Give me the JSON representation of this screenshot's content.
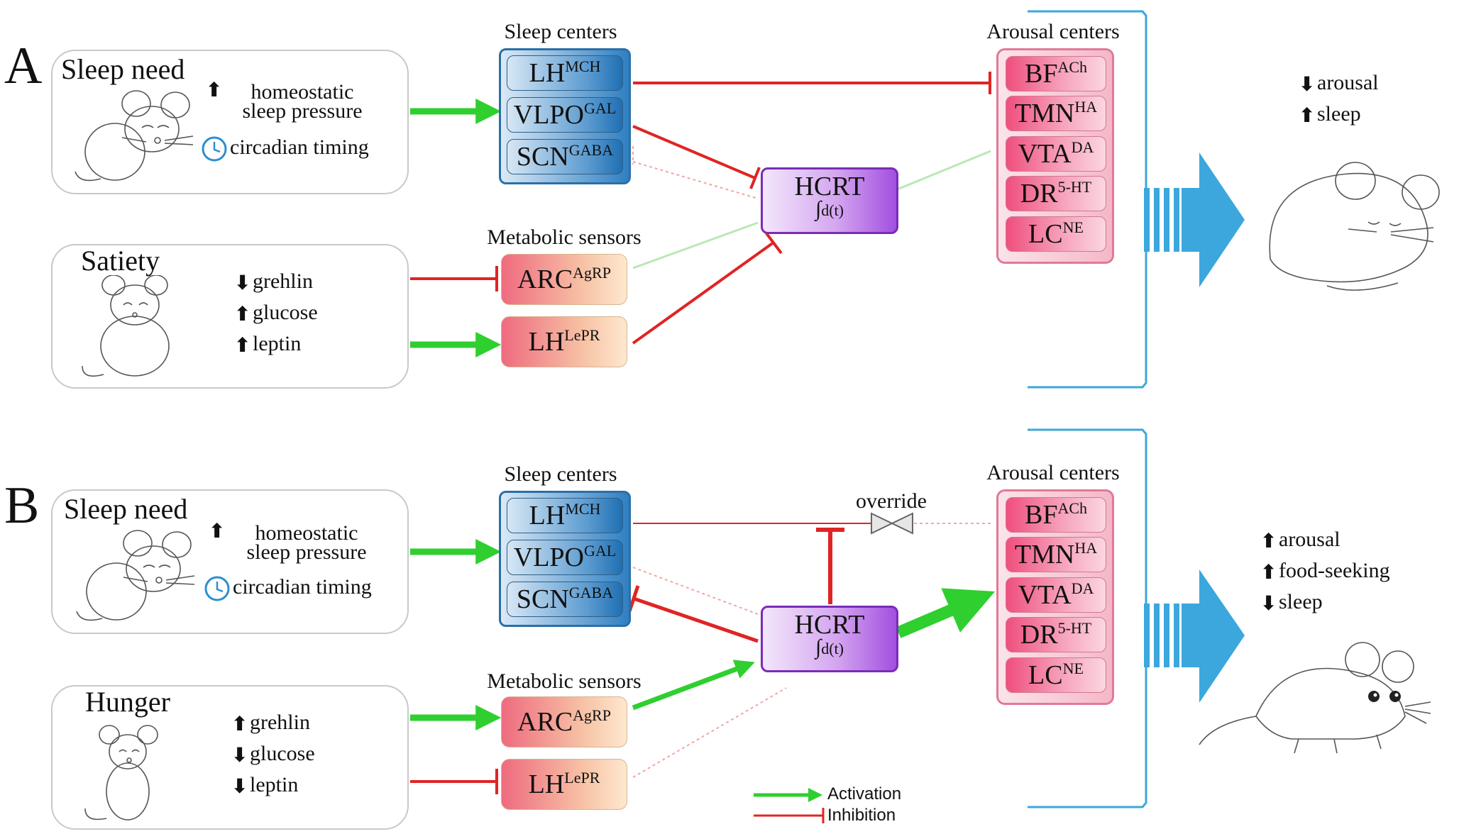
{
  "colors": {
    "activation": "#2fcf2f",
    "inhibition": "#e02424",
    "bracket": "#3ba7dd",
    "big_arrow": "#3ba7dd",
    "sleep_center_border": "#2a6fa8",
    "hcrt_border": "#7a2cb8",
    "arousal_border": "#e07a96"
  },
  "icons": [
    "up-arrow-icon",
    "down-arrow-icon",
    "clock-icon",
    "mouse-sleepy-icon",
    "mouse-satiated-icon",
    "mouse-hungry-icon",
    "mouse-curled-sleeping-icon",
    "mouse-walking-alert-icon",
    "override-valve-icon",
    "integral-icon"
  ],
  "panel_a": {
    "letter": "A",
    "sleep_need": {
      "title": "Sleep need",
      "homeostatic_line1": "homeostatic",
      "homeostatic_line2": "sleep pressure",
      "circadian": "circadian timing"
    },
    "satiety": {
      "title": "Satiety",
      "items": [
        {
          "dir": "down",
          "label": "grehlin"
        },
        {
          "dir": "up",
          "label": "glucose"
        },
        {
          "dir": "up",
          "label": "leptin"
        }
      ]
    },
    "sleep_centers": {
      "label": "Sleep centers",
      "items": [
        {
          "base": "LH",
          "sup": "MCH"
        },
        {
          "base": "VLPO",
          "sup": "GAL"
        },
        {
          "base": "SCN",
          "sup": "GABA"
        }
      ]
    },
    "metabolic_sensors": {
      "label": "Metabolic sensors",
      "items": [
        {
          "base": "ARC",
          "sup": "AgRP"
        },
        {
          "base": "LH",
          "sup": "LePR"
        }
      ]
    },
    "hcrt": {
      "title": "HCRT",
      "integral": "∫",
      "sub": "d(t)"
    },
    "arousal_centers": {
      "label": "Arousal centers",
      "items": [
        {
          "base": "BF",
          "sup": "ACh"
        },
        {
          "base": "TMN",
          "sup": "HA"
        },
        {
          "base": "VTA",
          "sup": "DA"
        },
        {
          "base": "DR",
          "sup": "5-HT"
        },
        {
          "base": "LC",
          "sup": "NE"
        }
      ]
    },
    "outcomes": [
      {
        "dir": "down",
        "label": "arousal"
      },
      {
        "dir": "up",
        "label": "sleep"
      }
    ]
  },
  "panel_b": {
    "letter": "B",
    "sleep_need": {
      "title": "Sleep need",
      "homeostatic_line1": "homeostatic",
      "homeostatic_line2": "sleep pressure",
      "circadian": "circadian timing"
    },
    "hunger": {
      "title": "Hunger",
      "items": [
        {
          "dir": "up",
          "label": "grehlin"
        },
        {
          "dir": "down",
          "label": "glucose"
        },
        {
          "dir": "down",
          "label": "leptin"
        }
      ]
    },
    "sleep_centers": {
      "label": "Sleep centers",
      "items": [
        {
          "base": "LH",
          "sup": "MCH"
        },
        {
          "base": "VLPO",
          "sup": "GAL"
        },
        {
          "base": "SCN",
          "sup": "GABA"
        }
      ]
    },
    "metabolic_sensors": {
      "label": "Metabolic sensors",
      "items": [
        {
          "base": "ARC",
          "sup": "AgRP"
        },
        {
          "base": "LH",
          "sup": "LePR"
        }
      ]
    },
    "hcrt": {
      "title": "HCRT",
      "integral": "∫",
      "sub": "d(t)"
    },
    "override": "override",
    "arousal_centers": {
      "label": "Arousal centers",
      "items": [
        {
          "base": "BF",
          "sup": "ACh"
        },
        {
          "base": "TMN",
          "sup": "HA"
        },
        {
          "base": "VTA",
          "sup": "DA"
        },
        {
          "base": "DR",
          "sup": "5-HT"
        },
        {
          "base": "LC",
          "sup": "NE"
        }
      ]
    },
    "outcomes": [
      {
        "dir": "up",
        "label": "arousal"
      },
      {
        "dir": "up",
        "label": "food-seeking"
      },
      {
        "dir": "down",
        "label": "sleep"
      }
    ]
  },
  "legend": {
    "activation": "Activation",
    "inhibition": "Inhibition"
  }
}
